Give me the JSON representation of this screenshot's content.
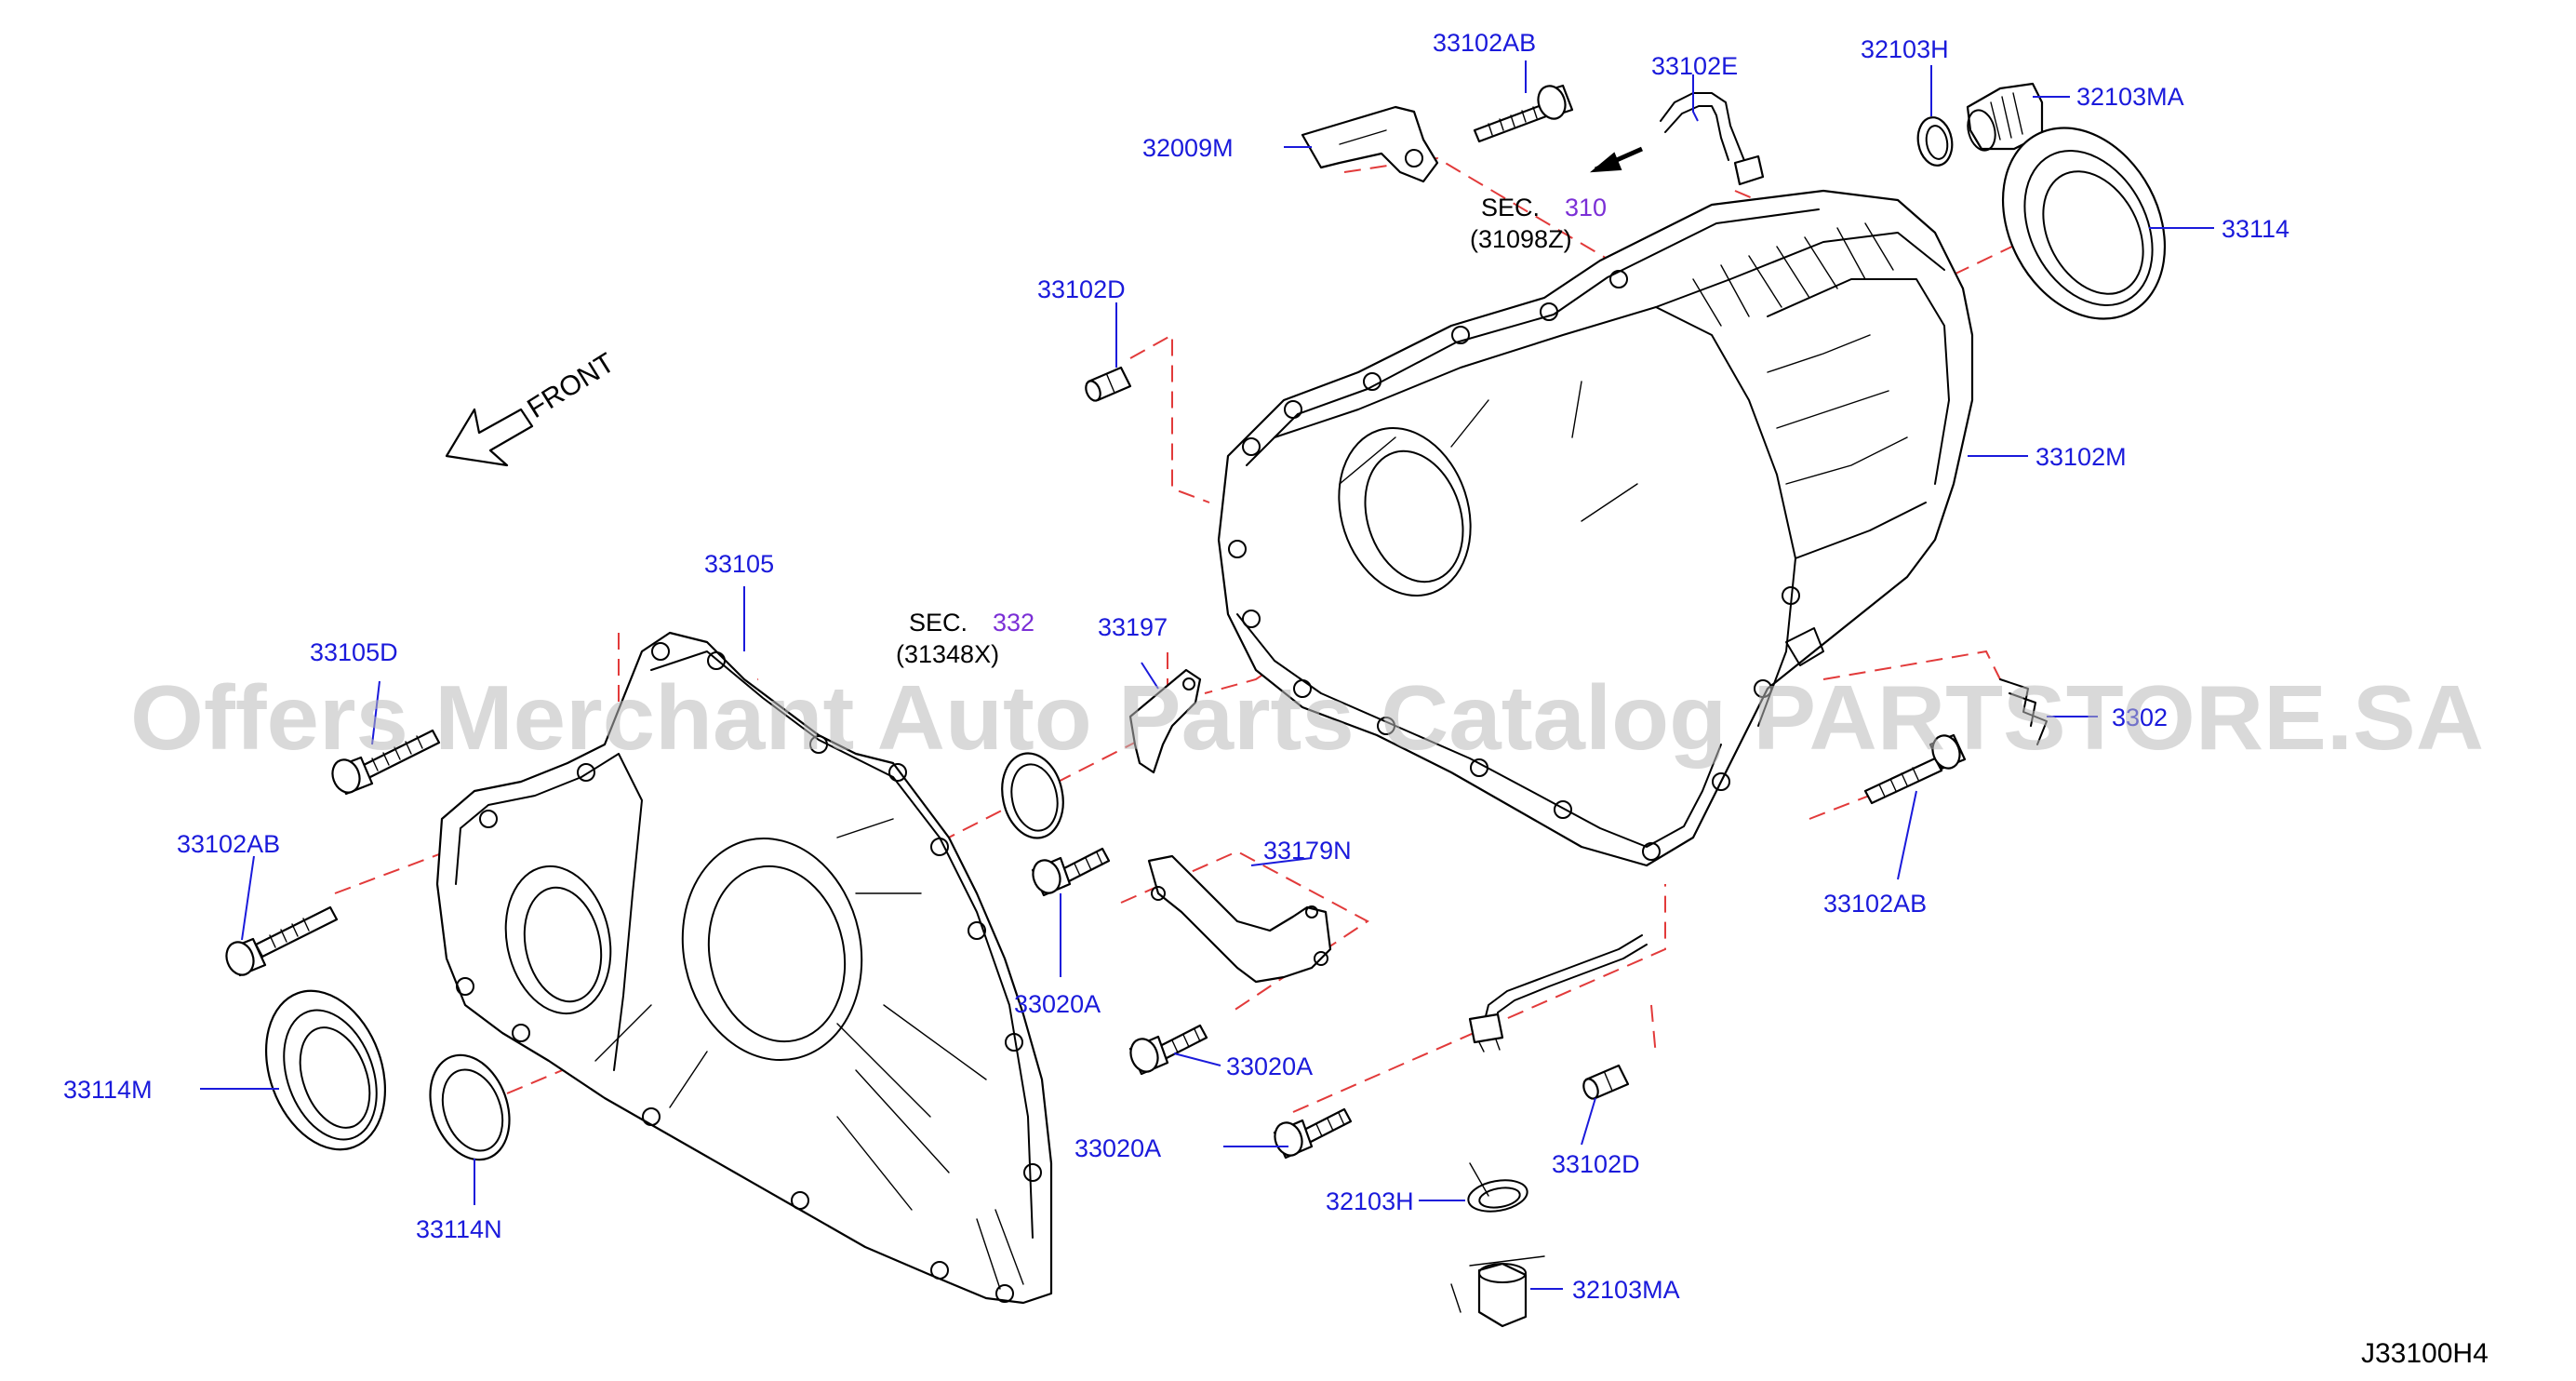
{
  "parts": [
    {
      "id": "p_33102AB_top",
      "number": "33102AB"
    },
    {
      "id": "p_33102E",
      "number": "33102E"
    },
    {
      "id": "p_32103H_top",
      "number": "32103H"
    },
    {
      "id": "p_32103MA_top",
      "number": "32103MA"
    },
    {
      "id": "p_32009M",
      "number": "32009M"
    },
    {
      "id": "p_33114",
      "number": "33114"
    },
    {
      "id": "p_33102D_top",
      "number": "33102D"
    },
    {
      "id": "p_33102M",
      "number": "33102M"
    },
    {
      "id": "p_33105",
      "number": "33105"
    },
    {
      "id": "p_33197",
      "number": "33197"
    },
    {
      "id": "p_33105D",
      "number": "33105D"
    },
    {
      "id": "p_33102AB_left",
      "number": "33102AB"
    },
    {
      "id": "p_33179N",
      "number": "33179N"
    },
    {
      "id": "p_33020A_mid",
      "number": "33020A"
    },
    {
      "id": "p_33102AB_right",
      "number": "33102AB"
    },
    {
      "id": "p_33114M",
      "number": "33114M"
    },
    {
      "id": "p_33020A_low",
      "number": "33020A"
    },
    {
      "id": "p_33020A_left",
      "number": "33020A"
    },
    {
      "id": "p_33102D_low",
      "number": "33102D"
    },
    {
      "id": "p_33114N",
      "number": "33114N"
    },
    {
      "id": "p_32103H_low",
      "number": "32103H"
    },
    {
      "id": "p_32103MA_low",
      "number": "32103MA"
    },
    {
      "id": "p_3302x",
      "number": "3302"
    }
  ],
  "section_refs": [
    {
      "prefix": "SEC.",
      "number": "310",
      "code": "(31098Z)"
    },
    {
      "prefix": "SEC.",
      "number": "332",
      "code": "(31348X)"
    }
  ],
  "front_label": "FRONT",
  "drawing_code": "J33100H4",
  "watermark": "Offers Merchant Auto Parts Catalog PARTSTORE.SA",
  "colors": {
    "part_label": "#1a1adb",
    "section_number": "#7b2fd6",
    "guide_dash": "#e23a3a",
    "watermark": "#b9b9b9"
  }
}
